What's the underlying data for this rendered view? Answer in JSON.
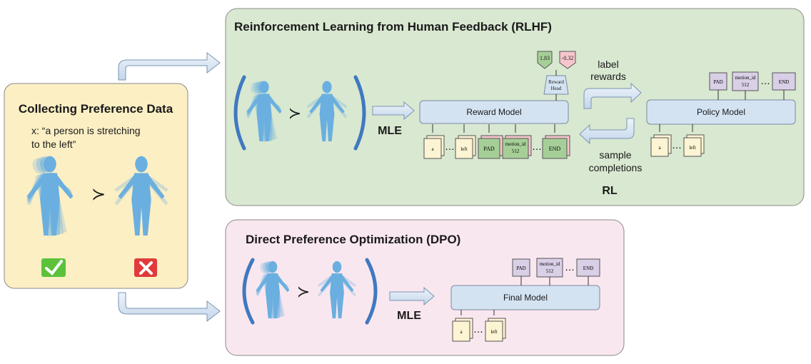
{
  "collect": {
    "title": "Collecting Preference Data",
    "prompt_line1": "x: “a person is stretching",
    "prompt_line2": "to the left”",
    "better": "≻"
  },
  "rlhf": {
    "title": "Reinforcement Learning from Human Feedback (RLHF)",
    "mle": "MLE",
    "reward_model": "Reward Model",
    "reward_head_line1": "Reward",
    "reward_head_line2": "Head",
    "score_good": "1.83",
    "score_bad": "-0.32",
    "label_line1": "label",
    "label_line2": "rewards",
    "sample_line1": "sample",
    "sample_line2": "completions",
    "rl": "RL",
    "policy_model": "Policy Model",
    "tok_a": "a",
    "tok_left": "left",
    "tok_pad": "PAD",
    "tok_motion_line1": "motion_id",
    "tok_motion_line2": "512",
    "tok_end": "END",
    "ellipsis": "…",
    "better": "≻"
  },
  "dpo": {
    "title": "Direct Preference Optimization (DPO)",
    "mle": "MLE",
    "final_model": "Final Model",
    "tok_a": "a",
    "tok_left": "left",
    "tok_pad": "PAD",
    "tok_motion_line1": "motion_id",
    "tok_motion_line2": "512",
    "tok_end": "END",
    "ellipsis": "…",
    "better": "≻"
  },
  "colors": {
    "collect_bg": "#fcefc4",
    "rlhf_bg": "#d9e8d1",
    "dpo_bg": "#f9e7ef",
    "model_box": "#d4e3f2",
    "token_cream": "#fdf4d3",
    "token_green": "#a6cf98",
    "token_pink": "#f5c6cb",
    "token_purple": "#d9cfe6",
    "human_blue": "#6aafe0",
    "paren_blue": "#3f79c0",
    "check_green": "#5cc23a",
    "cross_red": "#e23a3a"
  }
}
